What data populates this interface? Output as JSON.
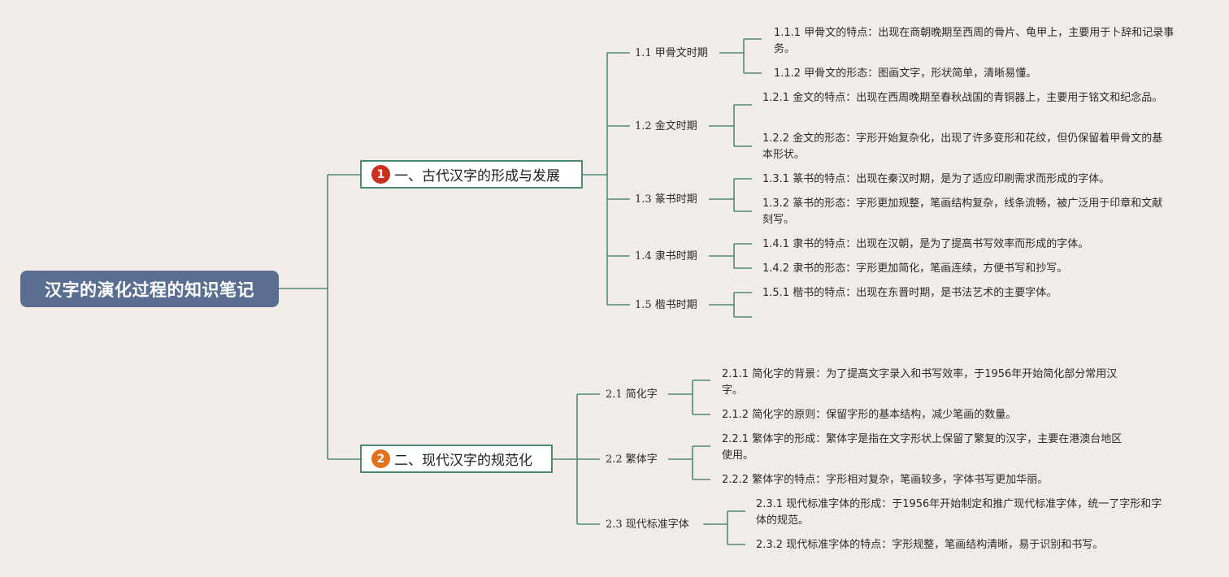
{
  "root": {
    "title": "汉字的演化过程的知识笔记"
  },
  "main": [
    {
      "badge": "1",
      "badge_color": "#cc2f1c",
      "title": "一、古代汉字的形成与发展"
    },
    {
      "badge": "2",
      "badge_color": "#e2711c",
      "title": "二、现代汉字的规范化"
    }
  ],
  "sub": [
    {
      "label": "1.1 甲骨文时期"
    },
    {
      "label": "1.2 金文时期"
    },
    {
      "label": "1.3 篆书时期"
    },
    {
      "label": "1.4 隶书时期"
    },
    {
      "label": "1.5 楷书时期"
    },
    {
      "label": "2.1 简化字"
    },
    {
      "label": "2.2 繁体字"
    },
    {
      "label": "2.3 现代标准字体"
    }
  ],
  "leaves": [
    {
      "text": "1.1.1 甲骨文的特点：出现在商朝晚期至西周的骨片、龟甲上，主要用于卜辞和记录事务。"
    },
    {
      "text": "1.1.2 甲骨文的形态：图画文字，形状简单，清晰易懂。"
    },
    {
      "text": "1.2.1 金文的特点：出现在西周晚期至春秋战国的青铜器上，主要用于铭文和纪念品。"
    },
    {
      "text": "1.2.2 金文的形态：字形开始复杂化，出现了许多变形和花纹，但仍保留着甲骨文的基本形状。"
    },
    {
      "text": "1.3.1 篆书的特点：出现在秦汉时期，是为了适应印刷需求而形成的字体。"
    },
    {
      "text": "1.3.2 篆书的形态：字形更加规整，笔画结构复杂，线条流畅，被广泛用于印章和文献刻写。"
    },
    {
      "text": "1.4.1 隶书的特点：出现在汉朝，是为了提高书写效率而形成的字体。"
    },
    {
      "text": "1.4.2 隶书的形态：字形更加简化，笔画连续，方便书写和抄写。"
    },
    {
      "text": "1.5.1 楷书的特点：出现在东晋时期，是书法艺术的主要字体。"
    },
    {
      "text": "2.1.1 简化字的背景：为了提高文字录入和书写效率，于1956年开始简化部分常用汉字。"
    },
    {
      "text": "2.1.2 简化字的原则：保留字形的基本结构，减少笔画的数量。"
    },
    {
      "text": "2.2.1 繁体字的形成：繁体字是指在文字形状上保留了繁复的汉字，主要在港澳台地区使用。"
    },
    {
      "text": "2.2.2 繁体字的特点：字形相对复杂，笔画较多，字体书写更加华丽。"
    },
    {
      "text": "2.3.1 现代标准字体的形成：于1956年开始制定和推广现代标准字体，统一了字形和字体的规范。"
    },
    {
      "text": "2.3.2 现代标准字体的特点：字形规整，笔画结构清晰，易于识别和书写。"
    }
  ],
  "colors": {
    "background": "#f1ece7",
    "connector": "#4f8a76",
    "root_fill": "#5a6e91"
  }
}
